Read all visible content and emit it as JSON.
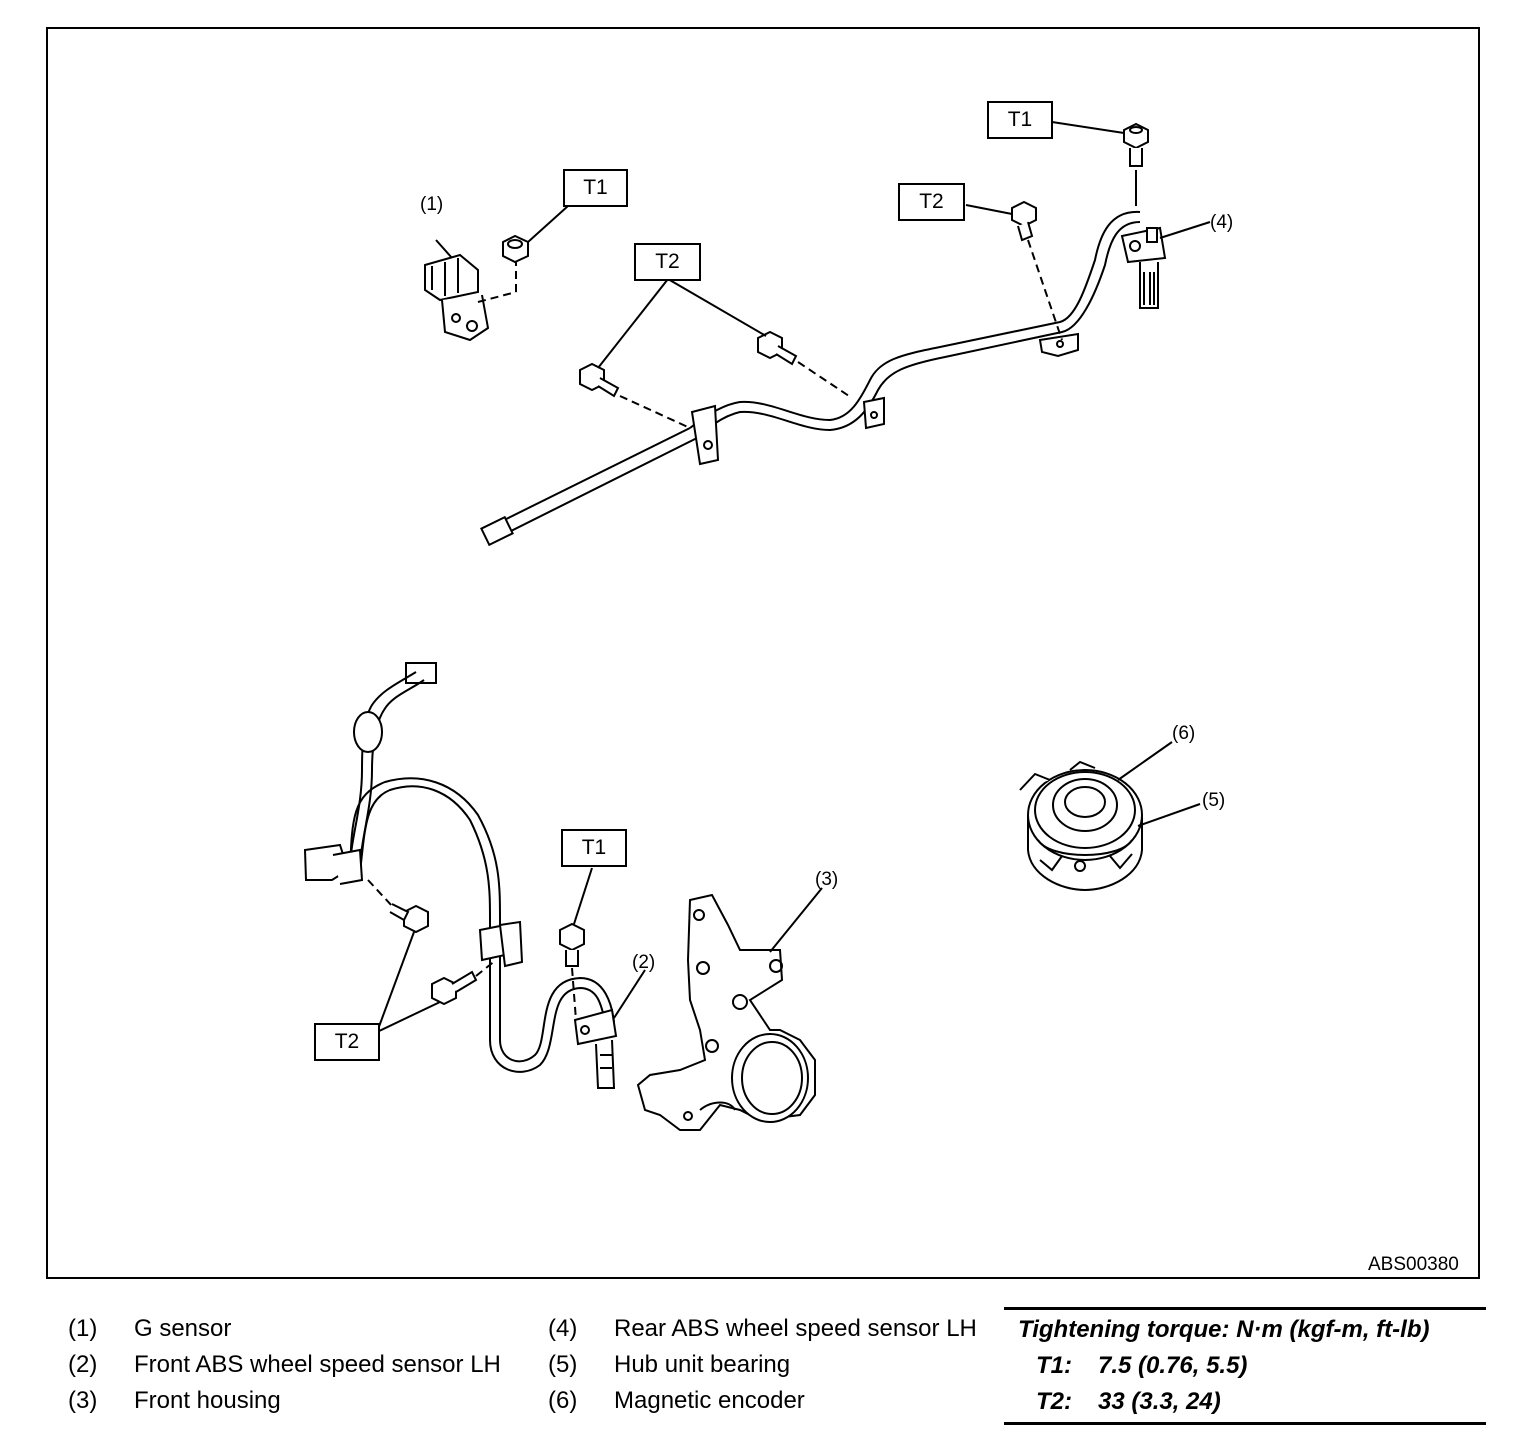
{
  "diagram": {
    "figure_code": "ABS00380",
    "callouts": {
      "t1_top_right": "T1",
      "t2_top_right": "T2",
      "t1_g_sensor": "T1",
      "t2_top_center": "T2",
      "t1_front": "T1",
      "t2_front": "T2"
    },
    "numbers": {
      "n1": "(1)",
      "n2": "(2)",
      "n3": "(3)",
      "n4": "(4)",
      "n5": "(5)",
      "n6": "(6)"
    }
  },
  "legend": {
    "items": [
      {
        "num": "(1)",
        "text": "G sensor"
      },
      {
        "num": "(2)",
        "text": "Front ABS wheel speed sensor LH"
      },
      {
        "num": "(3)",
        "text": "Front housing"
      },
      {
        "num": "(4)",
        "text": "Rear ABS wheel speed sensor LH"
      },
      {
        "num": "(5)",
        "text": "Hub unit bearing"
      },
      {
        "num": "(6)",
        "text": "Magnetic encoder"
      }
    ]
  },
  "torque": {
    "title": "Tightening torque: N·m (kgf-m, ft-lb)",
    "rows": [
      {
        "key": "T1:",
        "value": "7.5 (0.76, 5.5)"
      },
      {
        "key": "T2:",
        "value": "33 (3.3, 24)"
      }
    ]
  }
}
